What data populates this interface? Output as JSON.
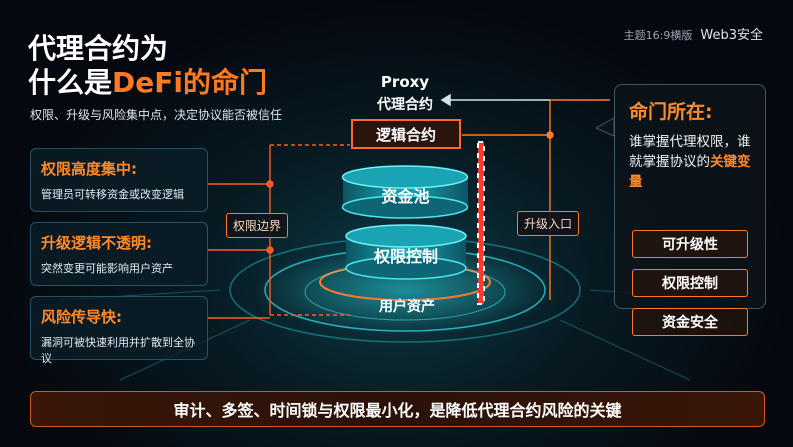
{
  "meta": {
    "tag": "主题16:9横版",
    "topic": "Web3安全"
  },
  "title": {
    "line1": "代理合约为",
    "line2_prefix": "什么是",
    "line2_accent": "DeFi的命门"
  },
  "subtitle": "权限、升级与风险集中点，决定协议能否被信任",
  "cards": [
    {
      "heading": "权限高度集中:",
      "body": "管理员可转移资金或改变逻辑"
    },
    {
      "heading": "升级逻辑不透明:",
      "body": "突然变更可能影响用户资产"
    },
    {
      "heading": "风险传导快:",
      "body": "漏洞可被快速利用并扩散到全协议"
    }
  ],
  "diagram": {
    "proxy_en": "Proxy",
    "proxy_cn": "代理合约",
    "logic": "逻辑合约",
    "pool": "资金池",
    "control": "权限控制",
    "user_assets": "用户资产",
    "label_boundary": "权限边界",
    "label_entry": "升级入口"
  },
  "right_panel": {
    "title": "命门所在:",
    "body_prefix": "谁掌握代理权限，谁就掌握协议的",
    "body_accent": "关键变量",
    "items": [
      "可升级性",
      "权限控制",
      "资金安全"
    ]
  },
  "banner": "审计、多签、时间锁与权限最小化，是降低代理合约风险的关键",
  "colors": {
    "accent": "#ff7a1f",
    "cyan": "#36c7d8",
    "bg": "#05090f"
  }
}
